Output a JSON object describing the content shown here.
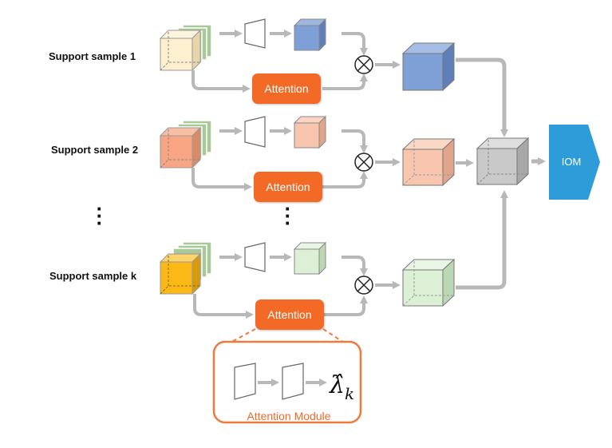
{
  "samples": [
    {
      "label": "Support sample 1"
    },
    {
      "label": "Support sample 2"
    },
    {
      "label": "Support sample k"
    }
  ],
  "attention_label": "Attention",
  "iom_label": "IOM",
  "module": {
    "title": "Attention Module",
    "output_symbol": "λ̂",
    "output_subscript": "k"
  },
  "colors": {
    "arrow": "#b8b8b8",
    "attention": "#f26a26",
    "module_border": "#ee7a3c",
    "iom": "#2d9cd8",
    "sample1_input": "#fdf0cf",
    "sample2_input": "#f7a582",
    "samplek_input": "#fbb817",
    "stack_green": "#a9c99a",
    "feat1": "#7ea0d6",
    "feat2": "#f8c6ae",
    "featk": "#dcf0d6",
    "fused": "#c9c9c9"
  }
}
